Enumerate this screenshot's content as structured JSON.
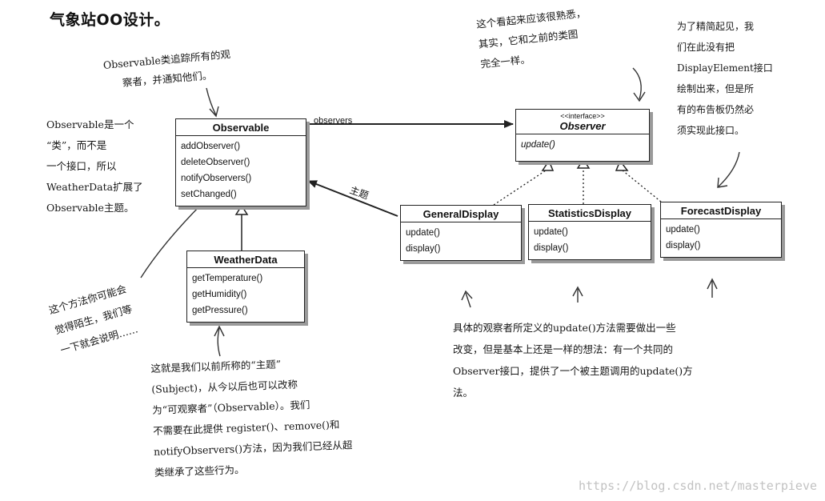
{
  "title": "气象站OO设计。",
  "classes": {
    "observable": {
      "name": "Observable",
      "ops": [
        "addObserver()",
        "deleteObserver()",
        "notifyObservers()",
        "setChanged()"
      ]
    },
    "observer": {
      "stereotype": "<<interface>>",
      "name": "Observer",
      "ops": [
        "update()"
      ]
    },
    "weatherdata": {
      "name": "WeatherData",
      "ops": [
        "getTemperature()",
        "getHumidity()",
        "getPressure()"
      ]
    },
    "general": {
      "name": "GeneralDisplay",
      "ops": [
        "update()",
        "display()"
      ]
    },
    "statistics": {
      "name": "StatisticsDisplay",
      "ops": [
        "update()",
        "display()"
      ]
    },
    "forecast": {
      "name": "ForecastDisplay",
      "ops": [
        "update()",
        "display()"
      ]
    }
  },
  "relations": {
    "observers_label": "observers",
    "subject_label": "主题"
  },
  "notes": {
    "observable_tracks": [
      "Observable类追踪所有的观",
      "察者，并通知他们。"
    ],
    "observable_is_class": [
      "Observable是一个",
      "“类”，而不是",
      "一个接口，所以",
      "WeatherData扩展了",
      "Observable主题。"
    ],
    "familiar": [
      "这个看起来应该很熟悉，",
      "其实，它和之前的类图",
      "完全一样。"
    ],
    "display_element": [
      "为了精简起见，我",
      "们在此没有把",
      "DisplayElement接口",
      "绘制出来，但是所",
      "有的布告板仍然必",
      "须实现此接口。"
    ],
    "unfamiliar": [
      "这个方法你可能会",
      "觉得陌生，我们等",
      "一下就会说明……"
    ],
    "update_method": [
      "具体的观察者所定义的update()方法需要做出一些",
      "改变，但是基本上还是一样的想法：有一个共同的",
      "Observer接口，提供了一个被主题调用的update()方",
      "法。"
    ],
    "subject": [
      "这就是我们以前所称的“主题”",
      "(Subject)，从今以后也可以改称",
      "为“可观察者”（Observable）。我们",
      "不需要在此提供 register()、remove()和",
      "notifyObservers()方法，因为我们已经从超",
      "类继承了这些行为。"
    ]
  },
  "watermark": "https://blog.csdn.net/masterpieve",
  "colors": {
    "line": "#222222",
    "shadow": "#9a9a9a",
    "watermark": "#c2c2c2"
  }
}
